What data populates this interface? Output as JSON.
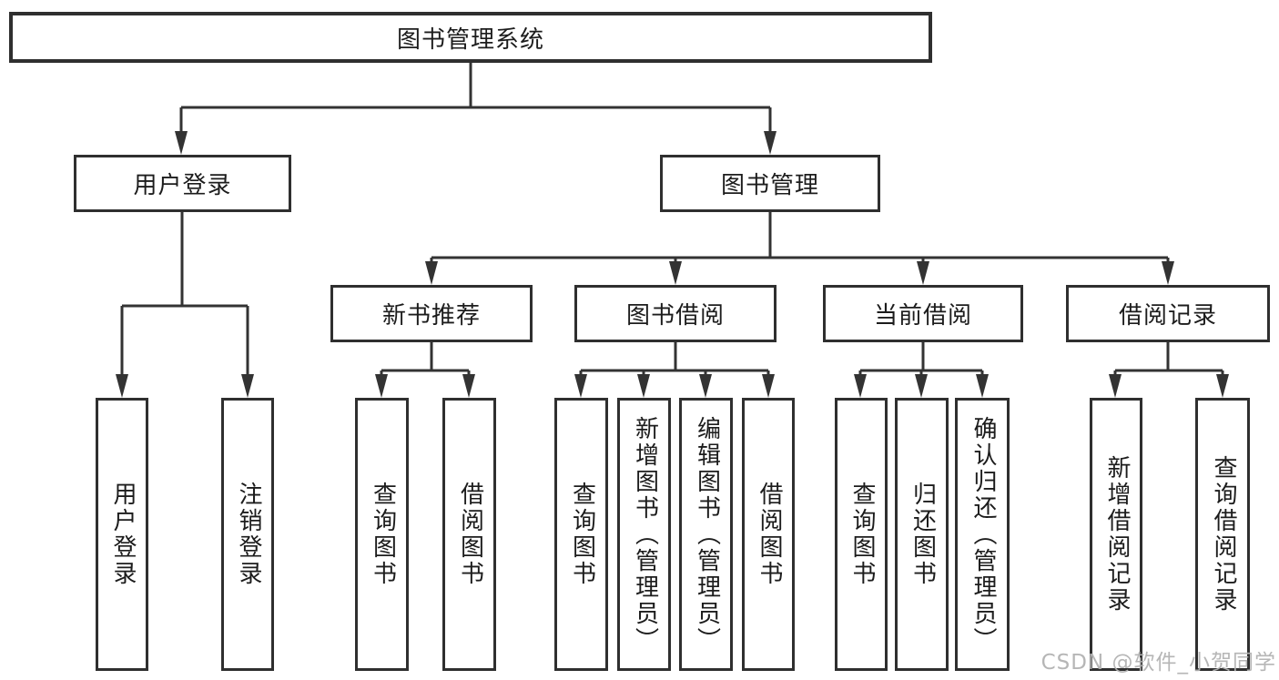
{
  "tree": {
    "label": "图书管理系统",
    "children": [
      {
        "label": "用户登录",
        "children": [
          {
            "label": "用户登录"
          },
          {
            "label": "注销登录"
          }
        ]
      },
      {
        "label": "图书管理",
        "children": [
          {
            "label": "新书推荐",
            "children": [
              {
                "label": "查询图书"
              },
              {
                "label": "借阅图书"
              }
            ]
          },
          {
            "label": "图书借阅",
            "children": [
              {
                "label": "查询图书"
              },
              {
                "label": "新增图书（管理员）"
              },
              {
                "label": "编辑图书（管理员）"
              },
              {
                "label": "借阅图书"
              }
            ]
          },
          {
            "label": "当前借阅",
            "children": [
              {
                "label": "查询图书"
              },
              {
                "label": "归还图书"
              },
              {
                "label": "确认归还（管理员）"
              }
            ]
          },
          {
            "label": "借阅记录",
            "children": [
              {
                "label": "新增借阅记录"
              },
              {
                "label": "查询借阅记录"
              }
            ]
          }
        ]
      }
    ]
  },
  "watermark": {
    "text": "CSDN @软件_小贺同学"
  },
  "colors": {
    "line": "#333333",
    "border": "#2f2f2f",
    "text": "#1c1c1c",
    "background": "#ffffff",
    "watermark": "#b2b2b2"
  }
}
